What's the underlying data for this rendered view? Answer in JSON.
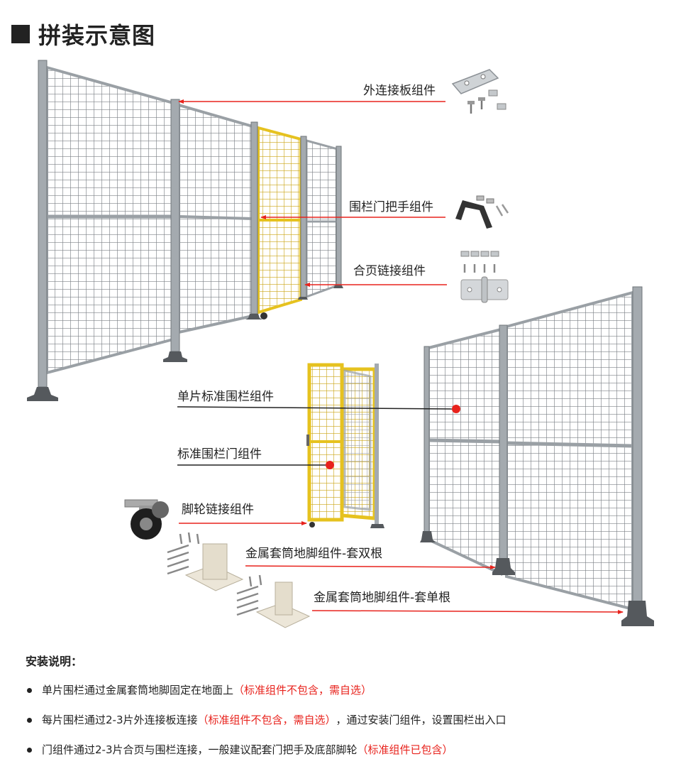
{
  "title": "拼装示意图",
  "colors": {
    "accent": "#e8231d",
    "frame": "#9aa0a5",
    "door": "#e6c21f",
    "text": "#222222"
  },
  "labels": {
    "outer_plate": "外连接板组件",
    "door_handle": "围栏门把手组件",
    "hinge": "合页链接组件",
    "single_panel": "单片标准围栏组件",
    "door_assembly": "标准围栏门组件",
    "caster": "脚轮链接组件",
    "foot_double": "金属套筒地脚组件-套双根",
    "foot_single": "金属套筒地脚组件-套单根"
  },
  "notes": {
    "title": "安装说明：",
    "items": [
      {
        "text": "单片围栏通过金属套筒地脚固定在地面上",
        "highlight": "（标准组件不包含，需自选）",
        "tail": ""
      },
      {
        "text": "每片围栏通过2-3片外连接板连接",
        "highlight": "（标准组件不包含，需自选）",
        "tail": "，通过安装门组件，设置围栏出入口"
      },
      {
        "text": "门组件通过2-3片合页与围栏连接，一般建议配套门把手及底部脚轮",
        "highlight": "（标准组件已包含）",
        "tail": ""
      }
    ]
  }
}
